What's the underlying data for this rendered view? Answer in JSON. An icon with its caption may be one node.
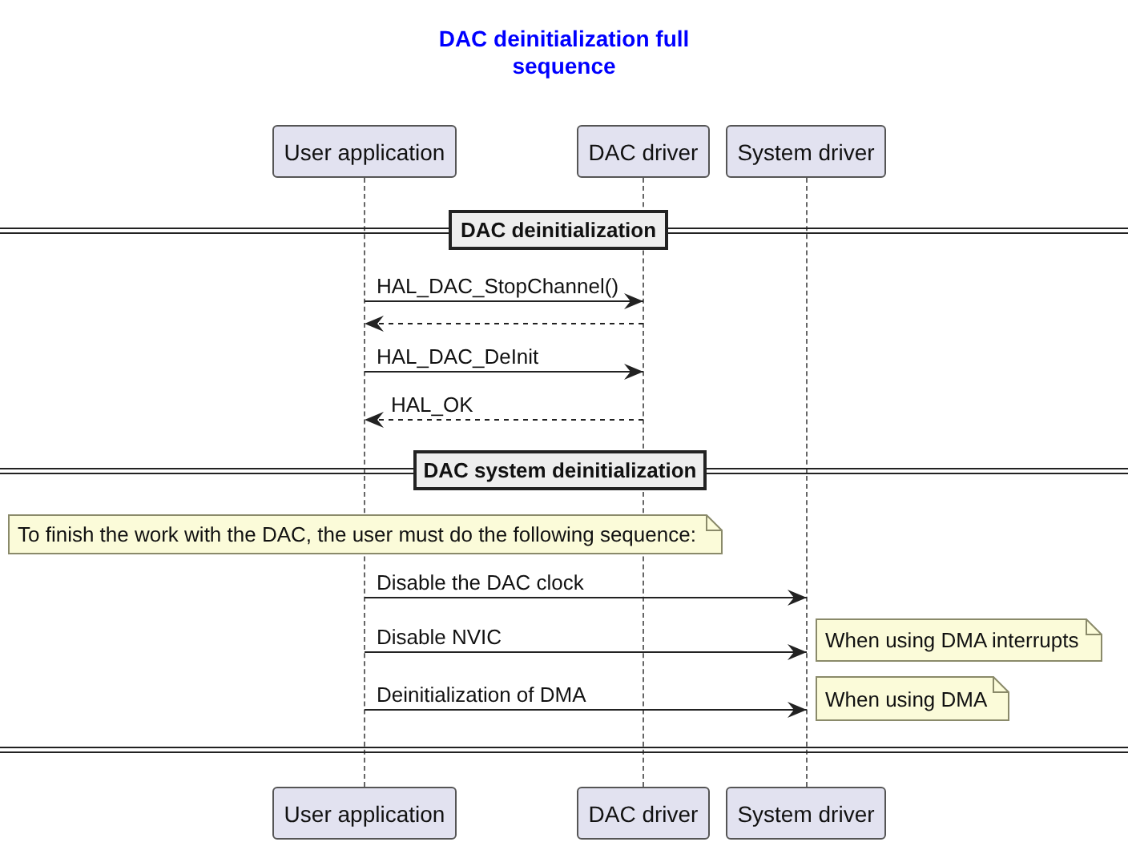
{
  "diagram": {
    "title": "DAC deinitialization full sequence",
    "nodes": [
      {
        "text": [
          "User application"
        ]
      },
      {
        "text": [
          "DAC driver"
        ]
      },
      {
        "text": [
          "System driver"
        ]
      },
      {
        "text": [],
        "shape": "line"
      },
      {
        "text": [],
        "shape": "line"
      },
      {
        "text": [],
        "shape": "line"
      },
      {
        "text": [
          "DAC deinitialization"
        ]
      },
      {
        "text": [
          "DAC system deinitialization"
        ]
      },
      {
        "text": [
          "To finish the work with the DAC, the user must do the following sequence:"
        ]
      },
      {
        "text": [
          "When using DMA interrupts"
        ]
      },
      {
        "text": [
          "When using DMA"
        ]
      },
      {
        "text": [
          "User application"
        ]
      },
      {
        "text": [
          "DAC driver"
        ]
      },
      {
        "text": [
          "System driver"
        ]
      }
    ],
    "edges": [
      {
        "from": 3,
        "to": 4,
        "arrow": "to",
        "label": "HAL_DAC_StopChannel()"
      },
      {
        "from": 4,
        "to": 3,
        "arrow": "to",
        "style": "dashed"
      },
      {
        "from": 3,
        "to": 4,
        "arrow": "to",
        "label": "HAL_DAC_DeInit"
      },
      {
        "from": 4,
        "to": 3,
        "arrow": "to",
        "style": "dashed",
        "label": "HAL_OK"
      },
      {
        "from": 3,
        "to": 5,
        "arrow": "to",
        "label": "Disable the DAC clock"
      },
      {
        "from": 3,
        "to": 5,
        "arrow": "to",
        "label": "Disable NVIC"
      },
      {
        "from": 3,
        "to": 5,
        "arrow": "to",
        "label": "Deinitialization of DMA"
      }
    ]
  }
}
